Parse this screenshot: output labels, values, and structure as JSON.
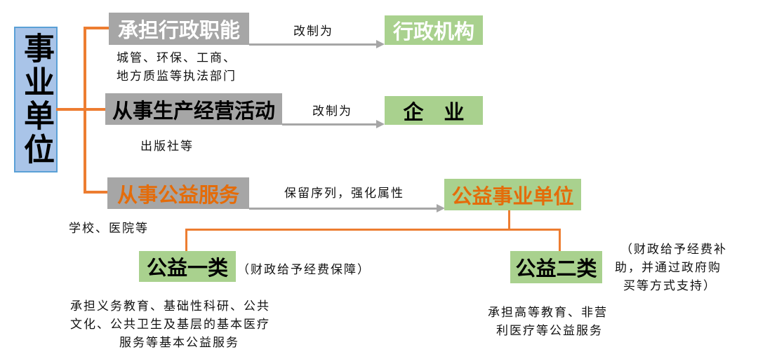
{
  "root": {
    "label": "事业单位"
  },
  "branches": [
    {
      "label": "承担行政职能",
      "arrow_label": "改制为",
      "target": "行政机构",
      "examples": [
        "城管、环保、工商、",
        "地方质监等执法部门"
      ]
    },
    {
      "label": "从事生产经营活动",
      "arrow_label": "改制为",
      "target": "企　业",
      "examples": [
        "出版社等"
      ]
    },
    {
      "label": "从事公益服务",
      "arrow_label": "保留序列，强化属性",
      "target": "公益事业单位",
      "examples": [
        "学校、医院等"
      ]
    }
  ],
  "categories": [
    {
      "label": "公益一类",
      "funding": [
        "（财政给予经费保障）"
      ],
      "scope": [
        "承担义务教育、基础性科研、公共",
        "文化、公共卫生及基层的基本医疗",
        "服务等基本公益服务"
      ]
    },
    {
      "label": "公益二类",
      "funding": [
        "（财政给予经费补",
        "助，并通过政府购",
        "买等方式支持）"
      ],
      "scope": [
        "承担高等教育、非营",
        "利医疗等公益服务"
      ]
    }
  ],
  "colors": {
    "orange": "#ed7d31",
    "gray": "#a6a6a6",
    "green": "#a9d18e",
    "blue": "#a9c4e8",
    "orange_text": "#e46c0a"
  }
}
